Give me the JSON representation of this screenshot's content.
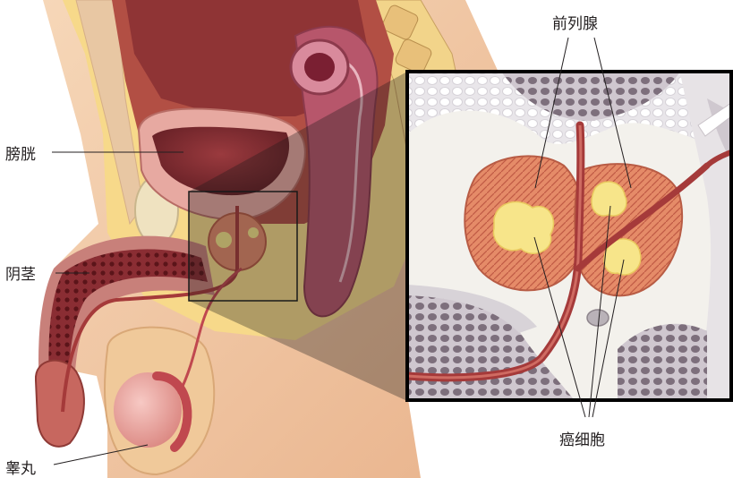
{
  "labels": {
    "bladder": "膀胱",
    "penis": "阴茎",
    "testis": "睾丸",
    "prostate": "前列腺",
    "cancer_cells": "癌细胞"
  },
  "colors": {
    "skin": "#f1c8a2",
    "fat": "#f7d98a",
    "muscle": "#c46a5f",
    "tissue_dark": "#7a1f28",
    "urethra": "#a53a3a",
    "prostate": "#e48a6a",
    "cancer": "#f7e58a",
    "inset_bg": "#f3f1ec"
  }
}
